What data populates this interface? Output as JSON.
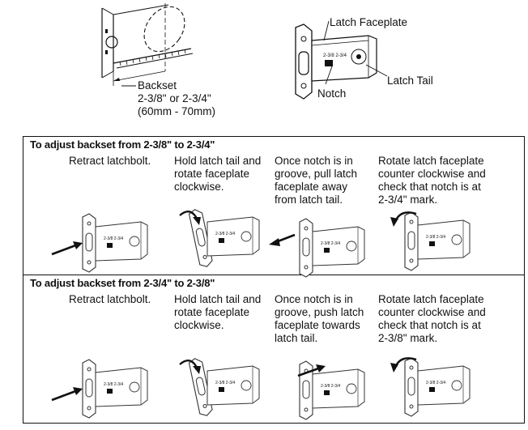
{
  "top": {
    "backset_label": "Backset",
    "backset_values": "2-3/8\" or 2-3/4\"",
    "backset_metric": "(60mm - 70mm)",
    "latch_faceplate_label": "Latch Faceplate",
    "notch_label": "Notch",
    "latch_tail_label": "Latch Tail",
    "stamp_text": "2-3/8 2-3/4"
  },
  "sections": [
    {
      "title": "To adjust backset from 2-3/8\" to 2-3/4\"",
      "steps": [
        "Retract latchbolt.",
        "Hold latch tail and\nrotate faceplate\nclockwise.",
        "Once notch is in\ngroove, pull latch\nfaceplate away\nfrom latch tail.",
        "Rotate latch faceplate\ncounter clockwise and\ncheck that notch is at\n2-3/4\" mark."
      ]
    },
    {
      "title": "To adjust backset from 2-3/4\" to 2-3/8\"",
      "steps": [
        "Retract latchbolt.",
        "Hold latch tail and\nrotate faceplate\nclockwise.",
        "Once notch is in\ngroove, push latch\nfaceplate towards\nlatch tail.",
        "Rotate latch faceplate\ncounter clockwise and\ncheck that notch is at\n2-3/8\" mark."
      ]
    }
  ],
  "colors": {
    "line": "#111111",
    "background": "#ffffff"
  }
}
